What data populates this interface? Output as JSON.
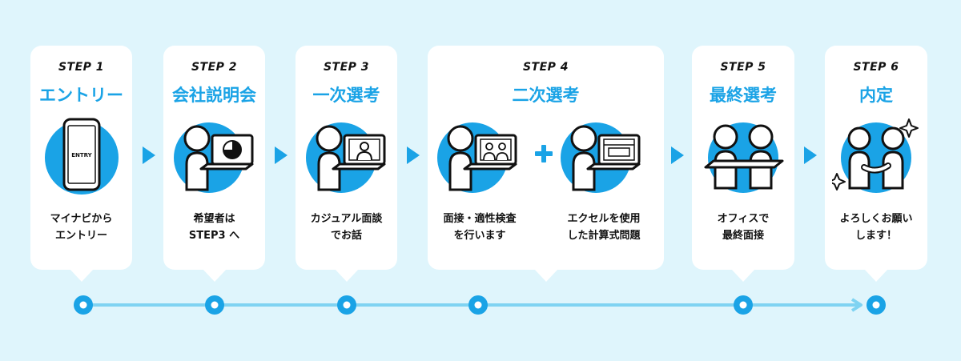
{
  "colors": {
    "accent": "#1aa3e6",
    "background": "#dff5fc",
    "line": "#7fd3f2"
  },
  "steps": [
    {
      "label": "STEP 1",
      "title": "エントリー",
      "desc": [
        "マイナビから",
        "エントリー"
      ],
      "icon": "smartphone-entry-icon",
      "icon_text": "ENTRY"
    },
    {
      "label": "STEP 2",
      "title": "会社説明会",
      "desc": [
        "希望者は",
        "STEP3 へ"
      ],
      "icon": "person-laptop-chart-icon"
    },
    {
      "label": "STEP 3",
      "title": "一次選考",
      "desc": [
        "カジュアル面談",
        "でお話"
      ],
      "icon": "person-laptop-video-icon"
    },
    {
      "label": "STEP 4",
      "title": "二次選考",
      "parts": [
        {
          "desc": [
            "面接・適性検査",
            "を行います"
          ],
          "icon": "person-laptop-group-video-icon"
        },
        {
          "desc": [
            "エクセルを使用",
            "した計算式問題"
          ],
          "icon": "person-laptop-spreadsheet-icon"
        }
      ]
    },
    {
      "label": "STEP 5",
      "title": "最終選考",
      "desc": [
        "オフィスで",
        "最終面接"
      ],
      "icon": "two-people-desk-icon"
    },
    {
      "label": "STEP 6",
      "title": "内定",
      "desc": [
        "よろしくお願い",
        "します！"
      ],
      "icon": "handshake-sparkle-icon"
    }
  ]
}
